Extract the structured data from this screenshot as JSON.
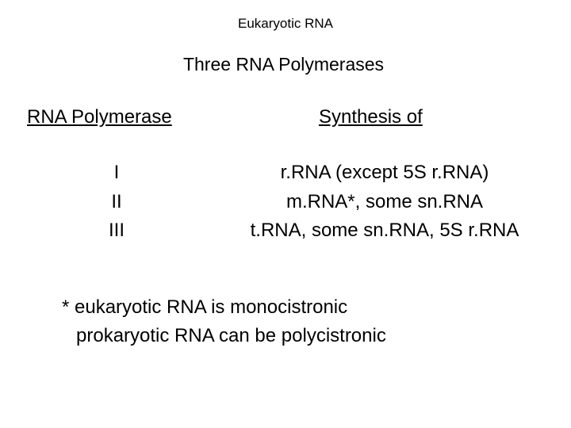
{
  "slide": {
    "header": "Eukaryotic RNA",
    "subtitle": "Three RNA Polymerases",
    "table": {
      "col1_header": "RNA Polymerase",
      "col2_header": "Synthesis of",
      "rows": [
        {
          "polymerase": "I",
          "synthesis": "r.RNA (except 5S r.RNA)"
        },
        {
          "polymerase": "II",
          "synthesis": "m.RNA*, some sn.RNA"
        },
        {
          "polymerase": "III",
          "synthesis": "t.RNA, some sn.RNA, 5S r.RNA"
        }
      ]
    },
    "footnote": {
      "line1": "* eukaryotic RNA is monocistronic",
      "line2": "prokaryotic RNA can be polycistronic"
    }
  }
}
